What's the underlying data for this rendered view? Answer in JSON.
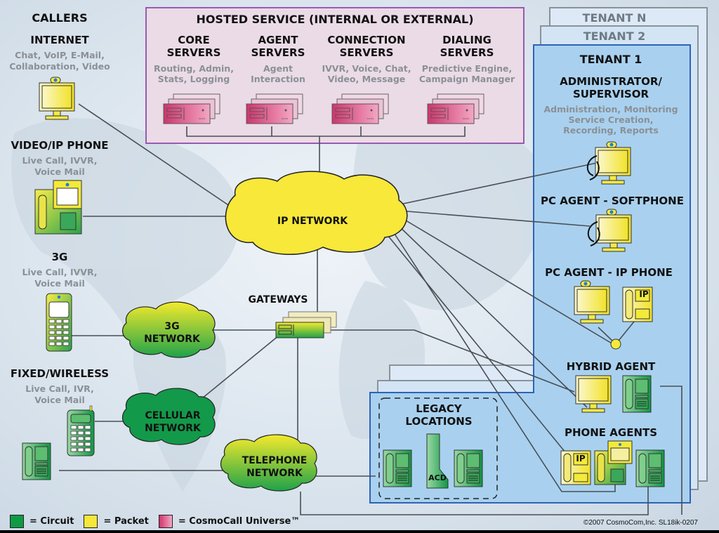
{
  "callers": {
    "title": "CALLERS",
    "internet": {
      "label": "INTERNET",
      "sub1": "Chat, VoIP, E-Mail,",
      "sub2": "Collaboration, Video"
    },
    "video_ip_phone": {
      "label": "VIDEO/IP PHONE",
      "sub1": "Live Call, IVVR,",
      "sub2": "Voice Mail"
    },
    "three_g": {
      "label": "3G",
      "sub1": "Live Call, IVVR,",
      "sub2": "Voice Mail"
    },
    "fixed_wireless": {
      "label": "FIXED/WIRELESS",
      "sub1": "Live Call, IVR,",
      "sub2": "Voice Mail"
    }
  },
  "hosted_service": {
    "title": "HOSTED SERVICE (INTERNAL OR EXTERNAL)",
    "servers": [
      {
        "name1": "CORE",
        "name2": "SERVERS",
        "desc1": "Routing, Admin,",
        "desc2": "Stats, Logging"
      },
      {
        "name1": "AGENT",
        "name2": "SERVERS",
        "desc1": "Agent",
        "desc2": "Interaction"
      },
      {
        "name1": "CONNECTION",
        "name2": "SERVERS",
        "desc1": "IVVR, Voice, Chat,",
        "desc2": "Video, Message"
      },
      {
        "name1": "DIALING",
        "name2": "SERVERS",
        "desc1": "Predictive Engine,",
        "desc2": "Campaign Manager"
      }
    ]
  },
  "networks": {
    "ip": "IP NETWORK",
    "three_g1": "3G",
    "three_g2": "NETWORK",
    "cellular1": "CELLULAR",
    "cellular2": "NETWORK",
    "telephone1": "TELEPHONE",
    "telephone2": "NETWORK",
    "gateways": "GATEWAYS"
  },
  "tenants": {
    "tenant_n": "TENANT N",
    "tenant_2": "TENANT 2",
    "tenant_1": "TENANT 1",
    "admin": {
      "label1": "ADMINISTRATOR/",
      "label2": "SUPERVISOR",
      "sub1": "Administration, Monitoring",
      "sub2": "Service Creation,",
      "sub3": "Recording, Reports"
    },
    "pc_softphone": "PC AGENT - SOFTPHONE",
    "pc_ipphone": "PC AGENT - IP PHONE",
    "hybrid": "HYBRID AGENT",
    "phone_agents": "PHONE AGENTS",
    "legacy1": "LEGACY",
    "legacy2": "LOCATIONS",
    "acd": "ACD",
    "ip_badge": "IP"
  },
  "legend": {
    "circuit": "= Circuit",
    "packet": "= Packet",
    "cosmo": "= CosmoCall Universe™",
    "colors": {
      "circuit": "#0f9a46",
      "packet": "#f5e83a",
      "cosmo": "#d94a7e"
    }
  },
  "copyright": "©2007 CosmoCom,Inc.  SL18ik-0207"
}
